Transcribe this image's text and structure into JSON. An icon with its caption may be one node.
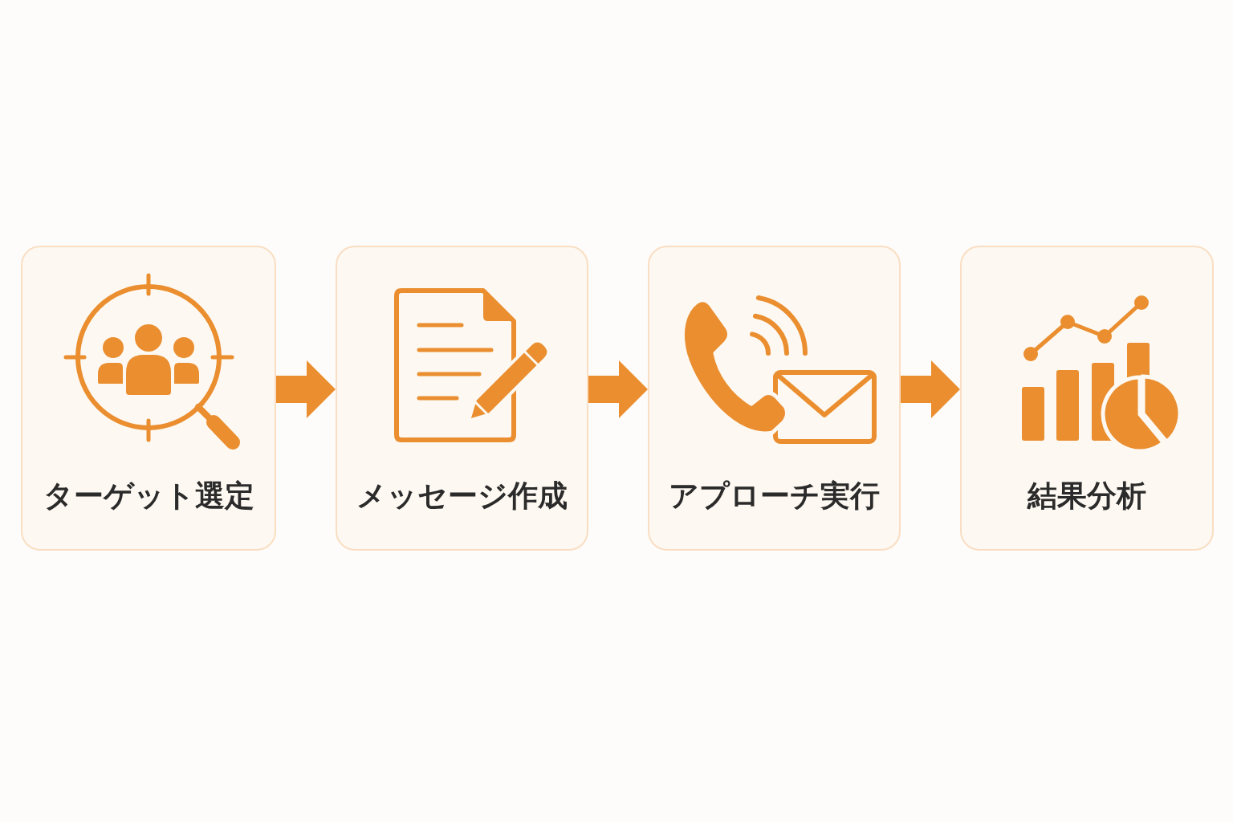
{
  "diagram": {
    "nodes": [
      {
        "text": [
          "ターゲット選定"
        ]
      },
      {
        "text": [
          "メッセージ作成"
        ]
      },
      {
        "text": [
          "アプローチ実行"
        ]
      },
      {
        "text": [
          "結果分析"
        ]
      }
    ],
    "edges": [
      {
        "from": 0,
        "to": 1,
        "arrow": "to"
      },
      {
        "from": 1,
        "to": 2,
        "arrow": "to"
      },
      {
        "from": 2,
        "to": 3,
        "arrow": "to"
      }
    ]
  }
}
